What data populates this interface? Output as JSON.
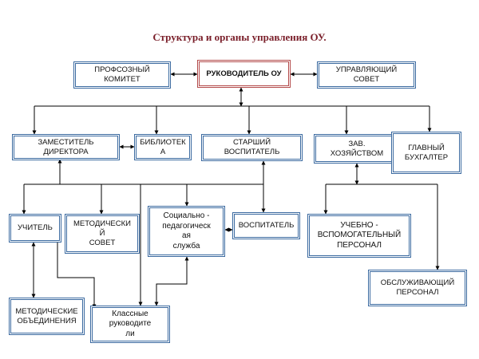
{
  "title": "Структура и органы управления ОУ.",
  "nodes": {
    "director": "РУКОВОДИТЕЛЬ ОУ",
    "union": "ПРОФСОЗНЫЙ\nКОМИТЕТ",
    "council": "УПРАВЛЯЮЩИЙ\nСОВЕТ",
    "deputy": "ЗАМЕСТИТЕЛЬ\nДИРЕКТОРА",
    "library": "БИБЛИОТЕК\nА",
    "senior_educator": "СТАРШИЙ\nВОСПИТАТЕЛЬ",
    "supply_head": "ЗАВ.\nХОЗЯЙСТВОМ",
    "accountant": "ГЛАВНЫЙ\nБУХГАЛТЕР",
    "teacher": "УЧИТЕЛЬ",
    "method_council": "МЕТОДИЧЕСКИ\nЙ\nСОВЕТ",
    "social_service": "Социально -\nпедагогическ\nая\nслужба",
    "educator": "ВОСПИТАТЕЛЬ",
    "support_staff": "УЧЕБНО -\nВСПОМОГАТЕЛЬНЫЙ\nПЕРСОНАЛ",
    "service_staff": "ОБСЛУЖИВАЮЩИЙ\nПЕРСОНАЛ",
    "method_units": "МЕТОДИЧЕСКИЕ\nОБЪЕДИНЕНИЯ",
    "class_teachers": "Классные\nруководите\nли"
  },
  "colors": {
    "title": "#7a1f2a",
    "box_border": "#3b6aa0",
    "head_border": "#b34a4a",
    "lines": "#000000"
  }
}
